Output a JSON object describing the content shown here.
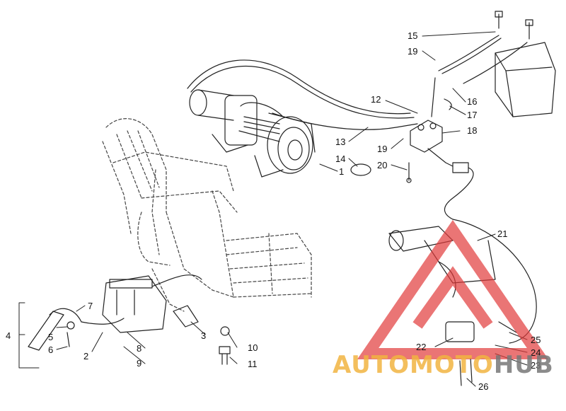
{
  "diagram": {
    "callouts": [
      "1",
      "2",
      "3",
      "4",
      "5",
      "6",
      "7",
      "8",
      "9",
      "10",
      "11",
      "12",
      "13",
      "14",
      "15",
      "16",
      "17",
      "18",
      "19",
      "19",
      "20",
      "21",
      "22",
      "23",
      "24",
      "25",
      "26"
    ],
    "watermark": {
      "part1": "AUTOMOTO",
      "part2": "HUB"
    },
    "colors": {
      "line": "#222222",
      "watermark_red": "#e23b3b",
      "watermark_orange": "#f2b441",
      "watermark_gray": "#777777"
    }
  }
}
